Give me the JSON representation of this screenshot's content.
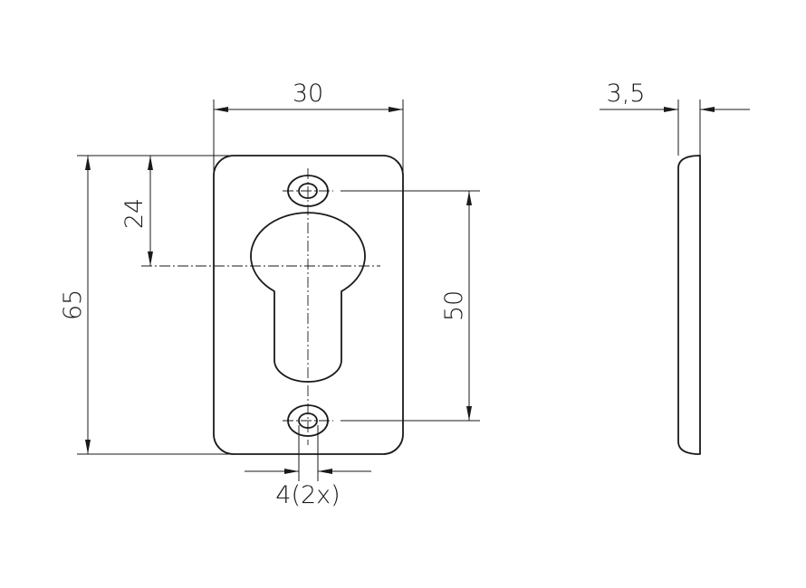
{
  "dimensions": {
    "width": "30",
    "height": "65",
    "thickness": "3,5",
    "upper_offset": "24",
    "hole_spacing": "50",
    "hole_diameter": "4(2x)"
  }
}
